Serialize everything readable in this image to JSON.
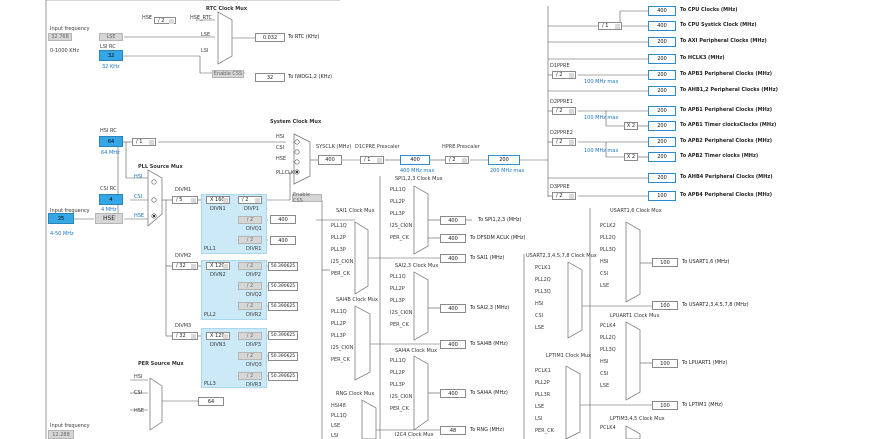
{
  "sources": {
    "input_freq_top_label": "Input frequency",
    "input_freq_top_value": "32.768",
    "input_freq_top_range": "0-1000 KHz",
    "lse_label": "LSE",
    "lsi_rc_label": "LSI RC",
    "lsi_value": "32",
    "lsi_unit": "32 KHz",
    "hsi_rc_label": "HSI RC",
    "hsi_value": "64",
    "hsi_unit": "64 MHz",
    "csi_rc_label": "CSI RC",
    "csi_value": "4",
    "csi_unit": "4 MHz",
    "input_freq_mid_label": "Input frequency",
    "input_freq_mid_value": "25",
    "input_freq_mid_range": "4-50 MHz",
    "hse_label": "HSE",
    "input_freq_bottom_label": "Input frequency",
    "input_freq_bottom_value": "12.288"
  },
  "rtc": {
    "title": "RTC Clock Mux",
    "hse_label": "HSE",
    "hse_div": "/ 2",
    "hse_rtc": "HSE_RTC",
    "lse": "LSE",
    "lsi": "LSI",
    "rtc_value": "0.032",
    "rtc_out": "To RTC (KHz)",
    "enable_css": "Enable CSS",
    "iwdg_value": "32",
    "iwdg_out": "To IWDG1,2 (KHz)"
  },
  "sysmux": {
    "title": "System Clock Mux",
    "hsi": "HSI",
    "csi": "CSI",
    "hse": "HSE",
    "pllclk": "PLLCLK",
    "enable_css": "Enable CSS",
    "hsi_div": "/ 1",
    "sysclk_label": "SYSCLK (MHz)",
    "sysclk_value": "400",
    "d1cpre_label": "D1CPRE Prescaler",
    "d1cpre_value": "/ 1",
    "d1_value": "400",
    "d1_max": "400 MHz max",
    "hpre_label": "HPRE Prescaler",
    "hpre_value": "/ 2",
    "hpre_out": "200",
    "hpre_max": "200 MHz max"
  },
  "pll": {
    "title": "PLL Source Mux",
    "hsi": "HSI",
    "csi": "CSI",
    "hse": "HSE",
    "divm1": "DIVM1",
    "divm1_value": "/ 5",
    "divn1": "DIVN1",
    "divn1_value": "X 160",
    "divp1_value": "/ 2",
    "divp1": "DIVP1",
    "divq1_value": "/ 2",
    "divq1": "DIVQ1",
    "divr1_value": "/ 2",
    "divr1": "DIVR1",
    "pll1_q_out": "400",
    "pll1_r_out": "400",
    "pll1": "PLL1",
    "divm2": "DIVM2",
    "divm2_value": "/ 32",
    "divn2": "DIVN2",
    "divn2_value": "X 129",
    "divp2_value": "/ 2",
    "divp2": "DIVP2",
    "divq2_value": "/ 2",
    "divq2": "DIVQ2",
    "divr2_value": "/ 2",
    "divr2": "DIVR2",
    "pll2_p_out": "50.390625",
    "pll2_q_out": "50.390625",
    "pll2_r_out": "50.390625",
    "pll2": "PLL2",
    "divm3": "DIVM3",
    "divm3_value": "/ 32",
    "divn3": "DIVN3",
    "divn3_value": "X 129",
    "divp3_value": "/ 2",
    "divp3": "DIVP3",
    "divq3_value": "/ 2",
    "divq3": "DIVQ3",
    "divr3_value": "/ 2",
    "divr3": "DIVR3",
    "pll3_p_out": "50.390625",
    "pll3_q_out": "50.390625",
    "pll3_r_out": "50.390625",
    "pll3": "PLL3"
  },
  "per": {
    "title": "PER Source Mux",
    "hsi": "HSI",
    "csi": "CSI",
    "hse": "HSE",
    "value": "64"
  },
  "right_outputs": [
    {
      "value": "400",
      "label": "To CPU Clocks (MHz)"
    },
    {
      "value": "400",
      "label": "To CPU Systick Clock (MHz)"
    },
    {
      "value": "200",
      "label": "To AXI Peripheral Clocks (MHz)"
    },
    {
      "value": "200",
      "label": "To HCLK3 (MHz)"
    },
    {
      "value": "200",
      "label": "To APB3 Peripheral Clocks (MHz)"
    },
    {
      "value": "200",
      "label": "To AHB1,2 Peripheral Clocks (MHz)"
    },
    {
      "value": "200",
      "label": "To APB1 Peripheral Clocks (MHz)"
    },
    {
      "value": "200",
      "label": "To APB1 Timer clocksClocks (MHz)"
    },
    {
      "value": "200",
      "label": "To APB2 Peripheral Clocks (MHz)"
    },
    {
      "value": "200",
      "label": "To APB2 Timer clocks (MHz)"
    },
    {
      "value": "200",
      "label": "To AHB4 Peripheral Clocks (MHz)"
    },
    {
      "value": "100",
      "label": "To APB4 Peripheral Clocks (MHz)"
    }
  ],
  "cpu_div": "/ 1",
  "prescalers": {
    "d1ppre": "D1PPRE",
    "d1ppre_value": "/ 2",
    "d1ppre_max": "100 MHz max",
    "d2ppre1": "D2PPRE1",
    "d2ppre1_value": "/ 2",
    "d2ppre1_max": "100 MHz max",
    "x2_a": "X 2",
    "d2ppre2": "D2PPRE2",
    "d2ppre2_value": "/ 2",
    "d2ppre2_max": "100 MHz max",
    "x2_b": "X 2",
    "d3ppre": "D3PPRE",
    "d3ppre_value": "/ 2"
  },
  "peripherals": {
    "spi123_title": "SPI1,2,3 Clock Mux",
    "spi123_inputs": [
      "PLL1Q",
      "PLL2P",
      "PLL3P",
      "I2S_CKIN",
      "PER_CK"
    ],
    "spi123_value": "400",
    "spi123_out": "To SPI1,2,3 (MHz)",
    "dfsdm_value": "400",
    "dfsdm_out": "To DFSDM ACLK (MHz)",
    "sai1_title": "SAI1 Clock Mux",
    "sai1_inputs": [
      "PLL1Q",
      "PLL2P",
      "PLL3P",
      "I2S_CKIN",
      "PER_CK"
    ],
    "sai1_value": "400",
    "sai1_out": "To SAI1 (MHz)",
    "sai23_title": "SAI2,3 Clock Mux",
    "sai23_inputs": [
      "PLL1Q",
      "PLL2P",
      "PLL3P",
      "I2S_CKIN",
      "PER_CK"
    ],
    "sai23_value": "400",
    "sai23_out": "To SAI2,3 (MHz)",
    "sai4b_title": "SAI4B Clock Mux",
    "sai4b_inputs": [
      "PLL1Q",
      "PLL2P",
      "PLL3P",
      "I2S_CKIN",
      "PER_CK"
    ],
    "sai4b_value": "400",
    "sai4b_out": "To SAI4B (MHz)",
    "sai4a_title": "SAI4A Clock Mux",
    "sai4a_inputs": [
      "PLL1Q",
      "PLL2P",
      "PLL3P",
      "I2S_CKIN",
      "PER_CK"
    ],
    "sai4a_value": "400",
    "sai4a_out": "To SAI4A (MHz)",
    "rng_title": "RNG Clock Mux",
    "rng_inputs": [
      "HSI48",
      "PLL1Q",
      "LSE",
      "LSI"
    ],
    "rng_value": "48",
    "rng_out": "To RNG (MHz)",
    "i2c4_title": "I2C4 Clock Mux",
    "usart16_title": "USART1,6 Clock Mux",
    "usart16_inputs": [
      "PCLK2",
      "PLL2Q",
      "PLL3Q",
      "HSI",
      "CSI",
      "LSE"
    ],
    "usart16_value": "100",
    "usart16_out": "To USART1,6 (MHz)",
    "usart_all_title": "USART2,3,4,5,7,8 Clock Mux",
    "usart_all_inputs": [
      "PCLK1",
      "PLL2Q",
      "PLL3Q",
      "HSI",
      "CSI",
      "LSE"
    ],
    "usart_all_value": "100",
    "usart_all_out": "To USART2,3,4,5,7,8 (MHz)",
    "lpuart_title": "LPUART1 Clock Mux",
    "lpuart_inputs": [
      "PCLK4",
      "PLL2Q",
      "PLL3Q",
      "HSI",
      "CSI",
      "LSE"
    ],
    "lpuart_value": "100",
    "lpuart_out": "To LPUART1 (MHz)",
    "lptim1_title": "LPTIM1 Clock Mux",
    "lptim1_inputs": [
      "PCLK1",
      "PLL2P",
      "PLL3R",
      "LSE",
      "LSI",
      "PER_CK"
    ],
    "lptim1_value": "100",
    "lptim1_out": "To LPTIM1 (MHz)",
    "lptim345_title": "LPTIM3,4,5 Clock Mux",
    "lptim345_inputs": [
      "PCLK4"
    ]
  }
}
